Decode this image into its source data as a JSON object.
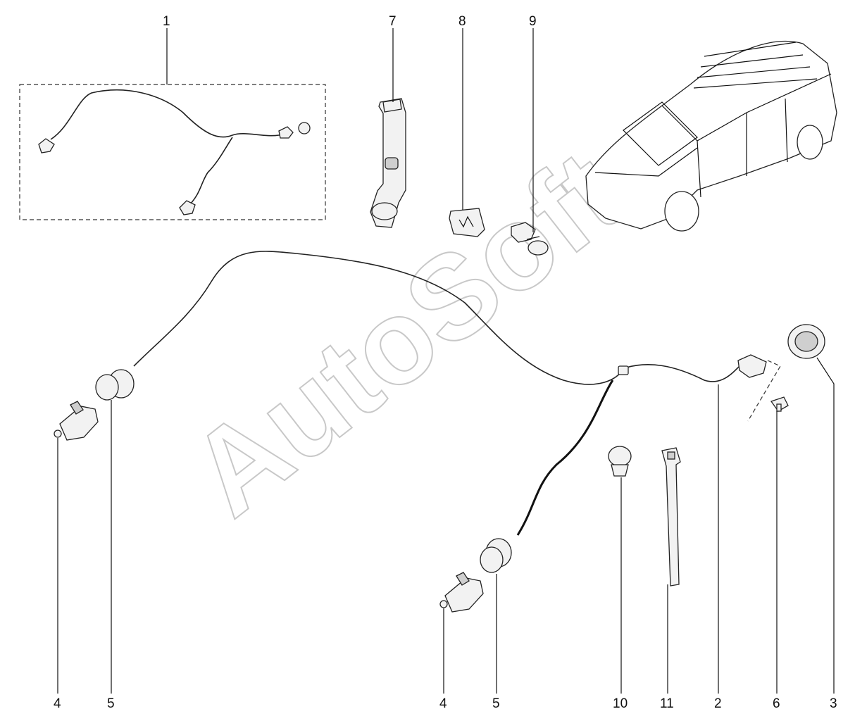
{
  "watermark": "AutoSoft",
  "callouts": {
    "c1": "1",
    "c2": "2",
    "c3": "3",
    "c4a": "4",
    "c4b": "4",
    "c5a": "5",
    "c5b": "5",
    "c6": "6",
    "c7": "7",
    "c8": "8",
    "c9": "9",
    "c10": "10",
    "c11": "11"
  },
  "colors": {
    "line": "#111111",
    "watermark": "#c8c8c8"
  }
}
